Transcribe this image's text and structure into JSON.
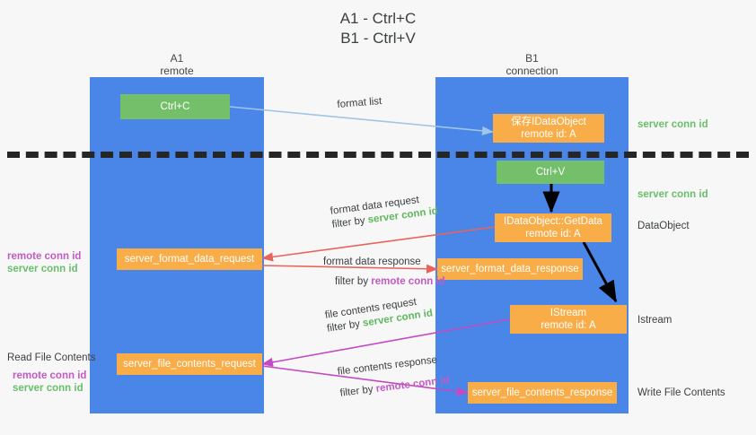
{
  "title": "A1 - Ctrl+C\nB1 - Ctrl+V",
  "lanes": [
    {
      "name": "A1",
      "sub": "remote",
      "head": "A1\nremote"
    },
    {
      "name": "B1",
      "sub": "connection",
      "head": "B1\nconnection"
    }
  ],
  "nodes": {
    "ctrl_c": "Ctrl+C",
    "ctrl_v": "Ctrl+V",
    "save_idataobject": "保存IDataObject\nremote id: A",
    "idataobject_getdata": "IDataObject::GetData\nremote id: A",
    "istream": "IStream\nremote id: A",
    "server_format_data_request": "server_format_data_request",
    "server_format_data_response": "server_format_data_response",
    "server_file_contents_request": "server_file_contents_request",
    "server_file_contents_response": "server_file_contents_response"
  },
  "edges": {
    "format_list": "format list",
    "format_data_request": "format data request",
    "format_data_request_filter_prefix": "filter by ",
    "format_data_request_filter_value": "server conn id",
    "format_data_response": "format data response",
    "format_data_response_filter_prefix": "filter by ",
    "format_data_response_filter_value": "remote conn id",
    "file_contents_request": "file contents request",
    "file_contents_request_filter_prefix": "filter by ",
    "file_contents_request_filter_value": "server conn id",
    "file_contents_response": "file contents response",
    "file_contents_response_filter_prefix": "filter by ",
    "file_contents_response_filter_value": "remote conn id"
  },
  "right_labels": {
    "server_conn_id_top": "server conn id",
    "server_conn_id_second": "server conn id",
    "dataobject": "DataObject",
    "istream": "Istream",
    "write_file_contents": "Write File Contents"
  },
  "left_labels": {
    "remote_conn_id_mid": "remote conn id",
    "server_conn_id_mid": "server conn id",
    "read_file_contents": "Read File Contents",
    "remote_conn_id_low": "remote conn id",
    "server_conn_id_low": "server conn id"
  },
  "colors": {
    "lane": "#4a86e8",
    "node_green": "#74bf6a",
    "node_orange": "#f9ad48",
    "arrow_blue": "#9fc5e8",
    "arrow_red": "#e8645a",
    "arrow_magenta": "#c councill",
    "arrow_black": "#000000",
    "text_green": "#6abf6a",
    "text_magenta": "#c45ac4",
    "background": "#f7f7f7"
  }
}
